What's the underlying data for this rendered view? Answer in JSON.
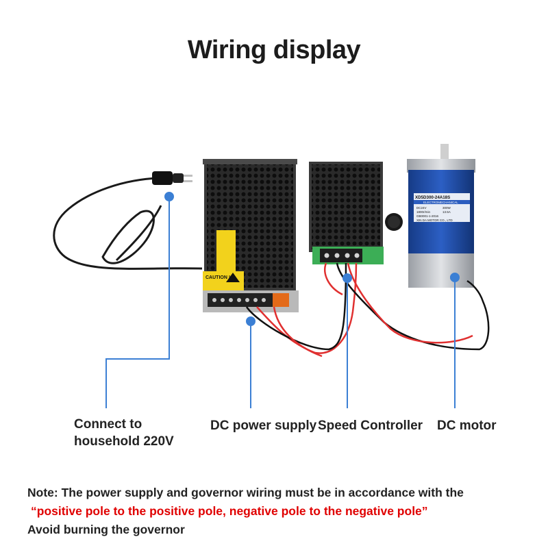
{
  "title": "Wiring display",
  "labels": {
    "household_line1": "Connect to",
    "household_line2": "household 220V",
    "power_supply": "DC power supply",
    "speed_controller": "Speed Controller",
    "motor": "DC motor"
  },
  "note": {
    "line1": "Note: The power supply and governor wiring must be in accordance with the",
    "line2": "“positive pole to the positive pole, negative pole to the negative pole”",
    "line3": "Avoid burning the governor"
  },
  "product_text": {
    "psu_caution": "CAUTION !",
    "motor_model": "XD5D300-24A18S",
    "motor_brand": "ELECTROMECHANICAL",
    "motor_spec_1": "DC24V",
    "motor_spec_2": "300W",
    "motor_spec_3": "1800r/min",
    "motor_spec_4": "13.5A",
    "motor_spec_5": "GB0001-1-2016",
    "motor_maker": "XIN DA MOTOR CO., LTD"
  },
  "colors": {
    "accent_line": "#3b7fd4",
    "warning_red": "#e00000",
    "motor_blue": "#1f4fa8"
  }
}
